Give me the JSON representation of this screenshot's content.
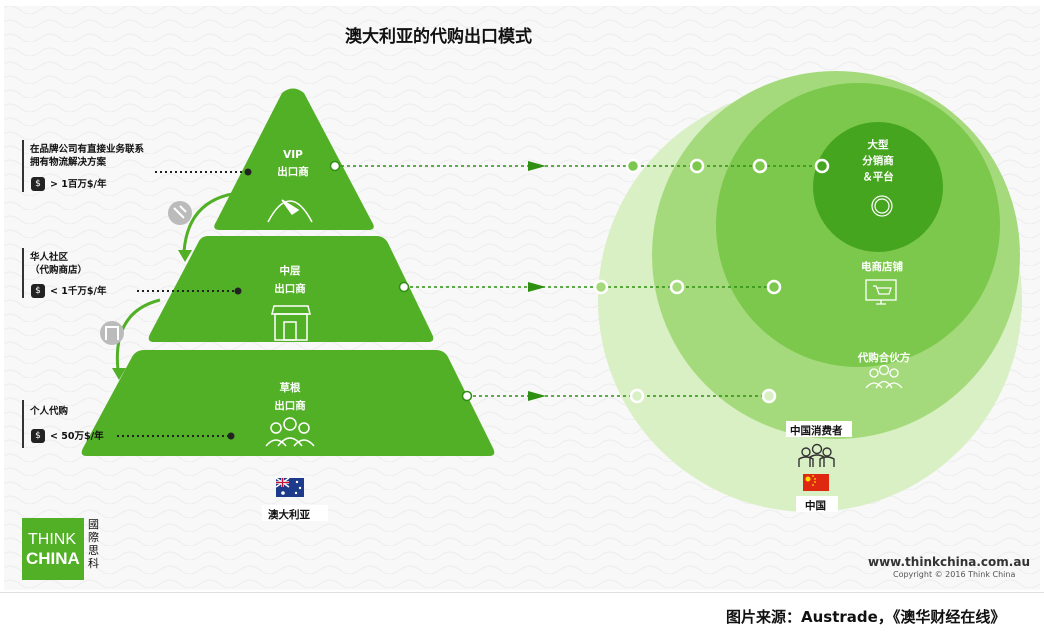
{
  "title": "澳大利亚的代购出口模式",
  "pyramid": {
    "tiers": [
      {
        "line1": "VIP",
        "line2": "出口商"
      },
      {
        "line1": "中层",
        "line2": "出口商"
      },
      {
        "line1": "草根",
        "line2": "出口商"
      }
    ],
    "country_label": "澳大利亚"
  },
  "criteria": [
    {
      "line1": "在品牌公司有直接业务联系",
      "line2": "拥有物流解决方案",
      "amount": "> 1百万$/年"
    },
    {
      "line1": "华人社区",
      "line2": "（代购商店）",
      "amount": "< 1千万$/年"
    },
    {
      "line1": "个人代购",
      "line2": "",
      "amount": "< 50万$/年"
    }
  ],
  "circles": {
    "inner_label": [
      "大型",
      "分销商",
      "＆平台"
    ],
    "middle_label": "电商店铺",
    "outer_label": "代购合伙方",
    "consumer_label": "中国消费者",
    "country_label": "中国"
  },
  "logo": {
    "line1": "THINK",
    "line2": "CHINA",
    "seal": "國際思科"
  },
  "colors": {
    "green": "#52b026",
    "green_light": "#d8f0c4",
    "green_mid": "#8ccf5e",
    "green_dark": "#46a51e"
  },
  "footer": {
    "website": "www.thinkchina.com.au",
    "copyright": "Copyright © 2016 Think China",
    "source": "图片来源：Austrade，《澳华财经在线》"
  }
}
